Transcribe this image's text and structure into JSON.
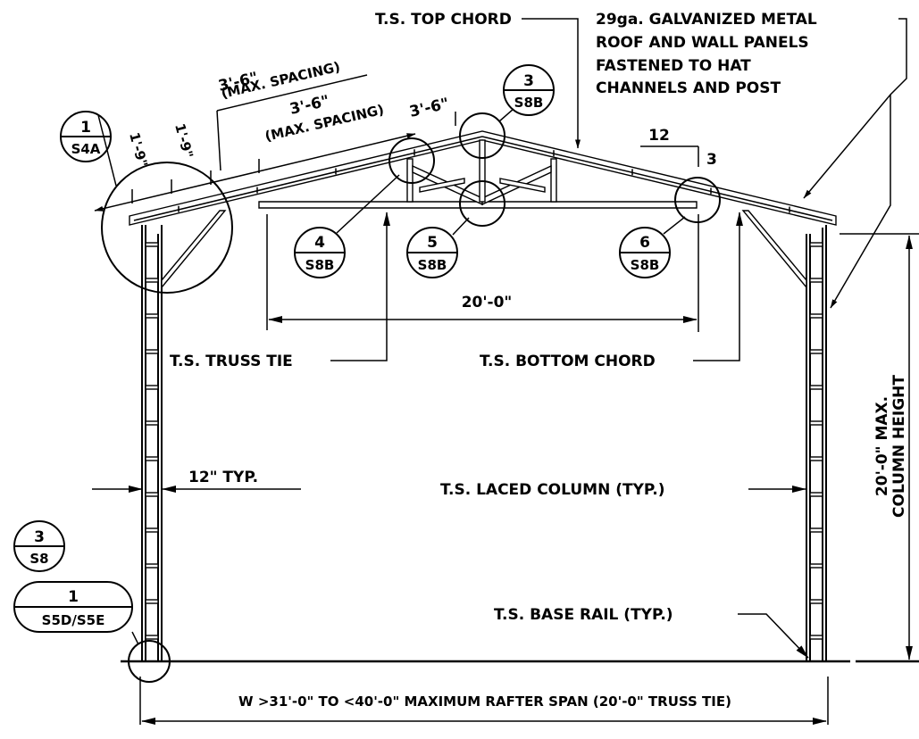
{
  "labels": {
    "top_chord": "T.S. TOP CHORD",
    "panels_line1": "29ga. GALVANIZED METAL",
    "panels_line2": "ROOF AND WALL PANELS",
    "panels_line3": "FASTENED TO HAT",
    "panels_line4": "CHANNELS AND POST",
    "truss_tie": "T.S. TRUSS TIE",
    "bottom_chord": "T.S. BOTTOM CHORD",
    "laced_column": "T.S. LACED COLUMN (TYP.)",
    "base_rail": "T.S. BASE RAIL (TYP.)",
    "typ_12": "12\" TYP.",
    "span": "W >31'-0\" TO <40'-0\" MAXIMUM RAFTER SPAN (20'-0\" TRUSS TIE)",
    "height_line1": "20'-0\" MAX.",
    "height_line2": "COLUMN HEIGHT",
    "truss_tie_dim": "20'-0\"",
    "spacing_outer_value": "3'-6\"",
    "spacing_outer_note": "(MAX. SPACING)",
    "spacing_inner_value": "3'-6\"",
    "spacing_inner_note": "(MAX. SPACING)",
    "spacing_short": "3'-6\"",
    "dim_1_9_a": "1'-9\"",
    "dim_1_9_b": "1'-9\""
  },
  "slope": {
    "run": "12",
    "rise": "3"
  },
  "callouts": [
    {
      "number": "1",
      "sheet": "S4A"
    },
    {
      "number": "3",
      "sheet": "S8B"
    },
    {
      "number": "4",
      "sheet": "S8B"
    },
    {
      "number": "5",
      "sheet": "S8B"
    },
    {
      "number": "6",
      "sheet": "S8B"
    },
    {
      "number": "3",
      "sheet": "S8"
    },
    {
      "number": "1",
      "sheet": "S5D/S5E"
    }
  ]
}
